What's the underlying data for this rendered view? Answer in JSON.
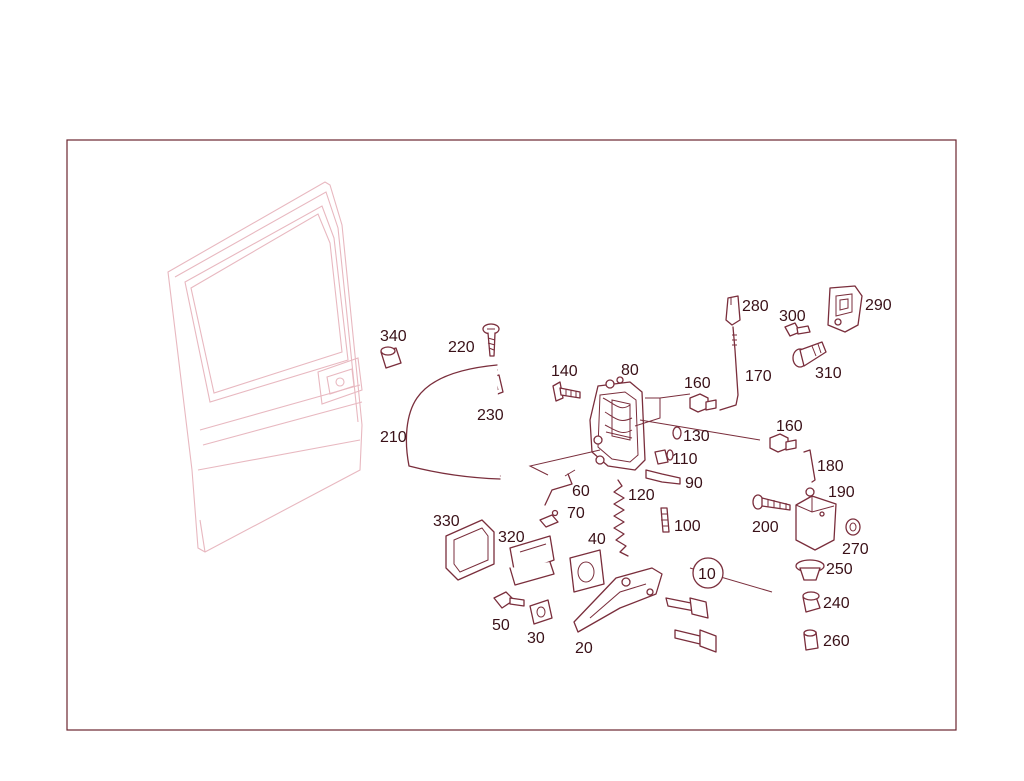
{
  "callouts": {
    "p10": "10",
    "p20": "20",
    "p30": "30",
    "p40": "40",
    "p50": "50",
    "p60": "60",
    "p70": "70",
    "p80": "80",
    "p90": "90",
    "p100": "100",
    "p110": "110",
    "p120": "120",
    "p130": "130",
    "p140": "140",
    "p160a": "160",
    "p160b": "160",
    "p170": "170",
    "p180": "180",
    "p190": "190",
    "p200": "200",
    "p210": "210",
    "p220": "220",
    "p230": "230",
    "p240": "240",
    "p250": "250",
    "p260": "260",
    "p270": "270",
    "p280": "280",
    "p290": "290",
    "p300": "300",
    "p310": "310",
    "p320": "320",
    "p330": "330",
    "p340": "340"
  },
  "colors": {
    "frame": "#6b2530",
    "parts": "#7a2e3c",
    "door_ghost": "#e8b8c0",
    "text": "#3a1118"
  }
}
